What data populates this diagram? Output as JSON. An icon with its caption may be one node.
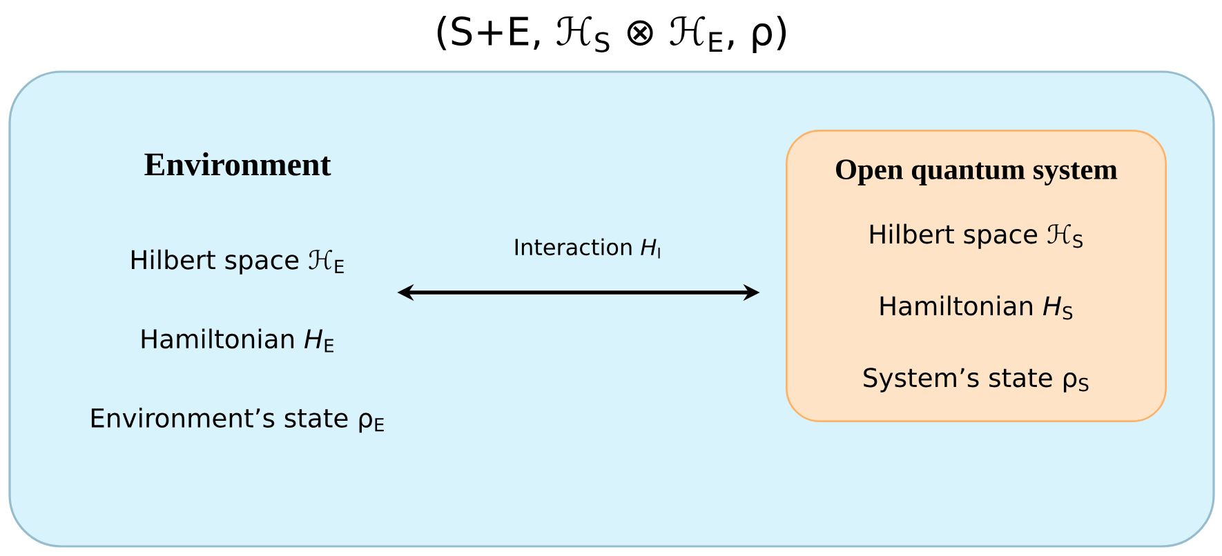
{
  "diagram": {
    "nodes": [
      {
        "text": [
          "(S+E, ℋ$_{S}$ ⊗ ℋ$_{E}$, ρ)"
        ]
      },
      {
        "text": [
          "Environment",
          "Hilbert space ℋ$_{E}$",
          "Hamiltonian *H*$_{E}$",
          "Environment’s state ρ$_{E}$"
        ],
        "in": 0
      },
      {
        "text": [
          "Open quantum system",
          "Hilbert space ℋ$_{S}$",
          "Hamiltonian *H*$_{S}$",
          "System’s state ρ$_{S}$"
        ],
        "in": 0
      }
    ],
    "edges": [
      {
        "from": 1,
        "to": 2,
        "arrow": "both",
        "label": "Interaction *H*$_{I}$"
      }
    ]
  }
}
